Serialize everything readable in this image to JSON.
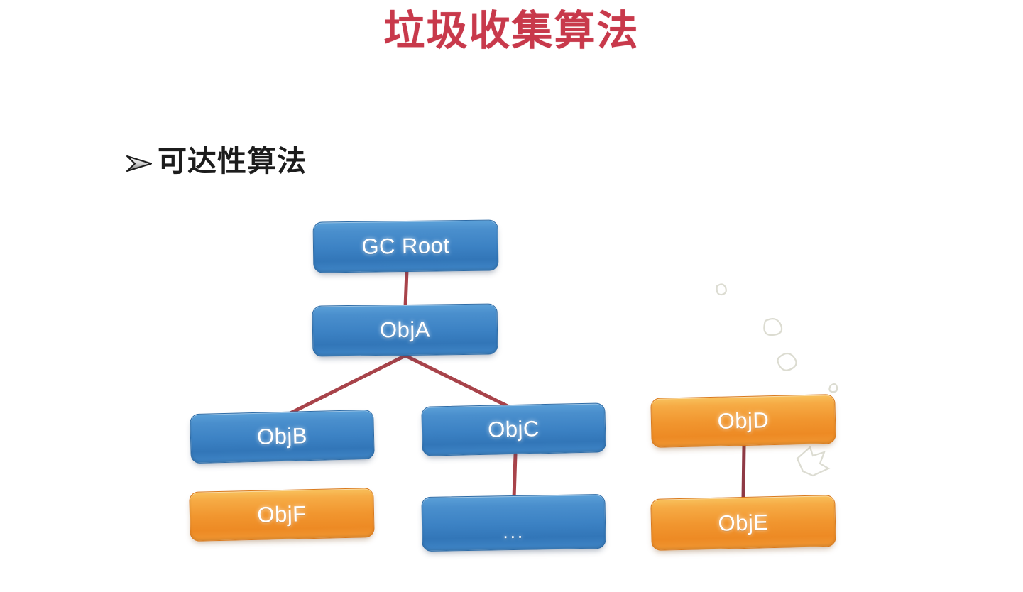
{
  "slide": {
    "title": "垃圾收集算法",
    "title_color": "#c8394b",
    "background_color": "#ffffff"
  },
  "bullet": {
    "marker_icon": "arrow-bullet-icon",
    "text": "可达性算法",
    "text_color": "#1c1c1c"
  },
  "diagram": {
    "type": "tree",
    "reachable_color": "#3c82c4",
    "unreachable_color": "#f1962f",
    "connector_color": "#a8434a",
    "nodes": [
      {
        "id": "gcroot",
        "label": "GC Root",
        "color": "blue"
      },
      {
        "id": "obja",
        "label": "ObjA",
        "color": "blue"
      },
      {
        "id": "objb",
        "label": "ObjB",
        "color": "blue"
      },
      {
        "id": "objc",
        "label": "ObjC",
        "color": "blue"
      },
      {
        "id": "objd",
        "label": "ObjD",
        "color": "orange"
      },
      {
        "id": "objf",
        "label": "ObjF",
        "color": "orange"
      },
      {
        "id": "dots",
        "label": "...",
        "color": "blue"
      },
      {
        "id": "obje",
        "label": "ObjE",
        "color": "orange"
      }
    ],
    "edges": [
      {
        "from": "gcroot",
        "to": "obja"
      },
      {
        "from": "obja",
        "to": "objb"
      },
      {
        "from": "obja",
        "to": "objc"
      },
      {
        "from": "objc",
        "to": "dots"
      },
      {
        "from": "objd",
        "to": "obje"
      }
    ]
  }
}
